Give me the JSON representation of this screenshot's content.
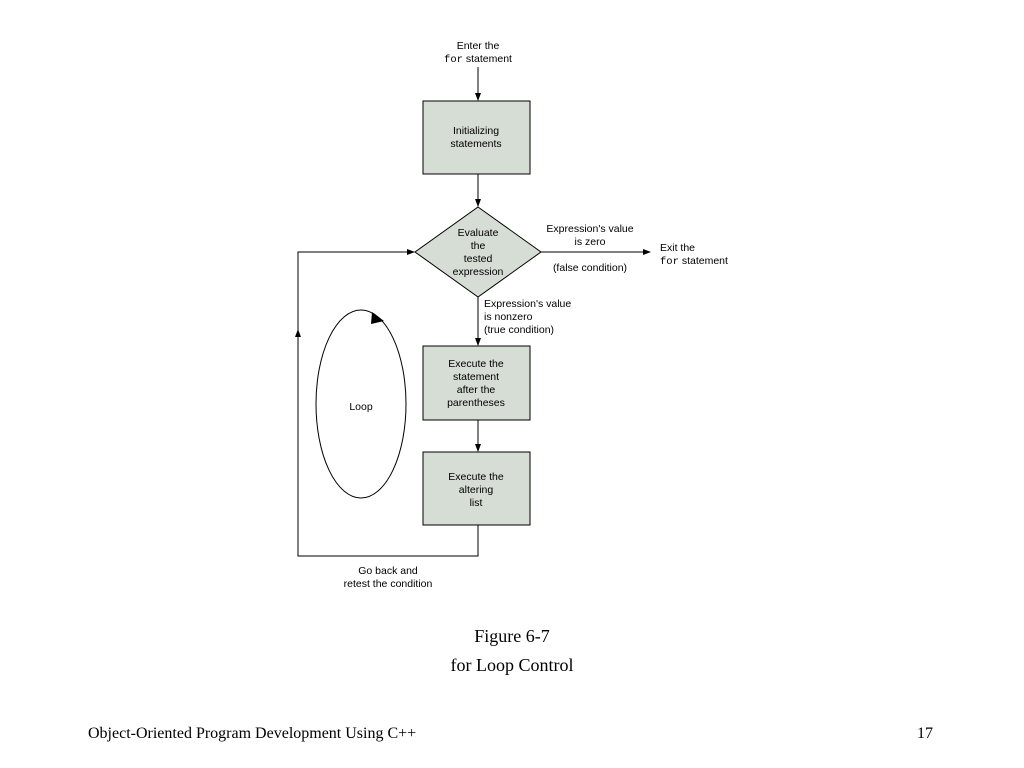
{
  "flowchart": {
    "enter": {
      "line1": "Enter the",
      "keyword": "for",
      "rest": " statement"
    },
    "init_box": {
      "line1": "Initializing",
      "line2": "statements"
    },
    "decision": {
      "line1": "Evaluate",
      "line2": "the",
      "line3": "tested",
      "line4": "expression"
    },
    "zero_label": {
      "line1": "Expression's value",
      "line2": "is zero",
      "line3": "(false condition)"
    },
    "exit": {
      "line1": "Exit the",
      "keyword": "for",
      "rest": " statement"
    },
    "nonzero_label": {
      "line1": "Expression's value",
      "line2": "is nonzero",
      "line3": "(true condition)"
    },
    "execute_box": {
      "line1": "Execute the",
      "line2": "statement",
      "line3": "after the",
      "line4": "parentheses"
    },
    "alter_box": {
      "line1": "Execute the",
      "line2": "altering",
      "line3": "list"
    },
    "loop_label": "Loop",
    "goback": {
      "line1": "Go back and",
      "line2": "retest the condition"
    }
  },
  "caption": {
    "line1": "Figure 6-7",
    "line2": "for Loop Control"
  },
  "footer": {
    "title": "Object-Oriented Program Development Using C++",
    "page": "17"
  }
}
